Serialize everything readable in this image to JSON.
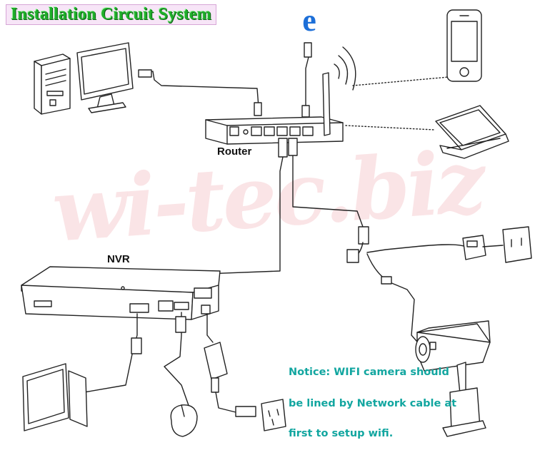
{
  "title": "Installation Circuit System",
  "labels": {
    "router": "Router",
    "nvr": "NVR"
  },
  "watermark": "wi-tec.biz",
  "notice": {
    "line1": "Notice: WIFI camera should",
    "line2": "be lined by Network cable at",
    "line3": "first to setup wifi."
  },
  "browser_icon_glyph": "e",
  "colors": {
    "title": "#1fae2a",
    "notice": "#12a6a0",
    "browser_icon": "#1d6fd8",
    "watermark": "#e8828c"
  },
  "icons": [
    "internet-explorer-icon",
    "desktop-pc-icon",
    "monitor-icon",
    "smartphone-icon",
    "laptop-icon",
    "router-icon",
    "nvr-icon",
    "ip-camera-icon",
    "power-adapter-icon",
    "wall-socket-icon",
    "mouse-icon",
    "wifi-signal-icon"
  ]
}
